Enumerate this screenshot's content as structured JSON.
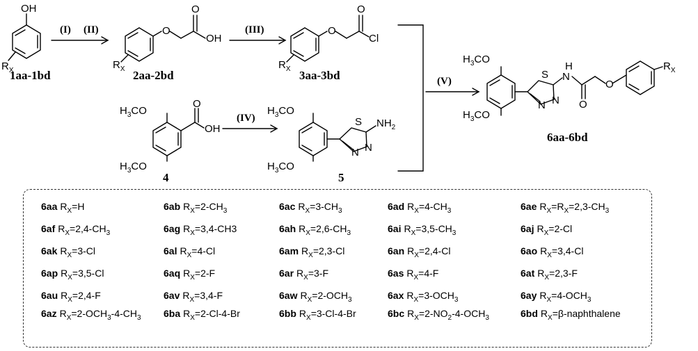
{
  "atoms": {
    "OH": "OH",
    "O": "O",
    "Cl": "Cl",
    "S": "S",
    "N": "N",
    "H": "H",
    "NH2_N": "NH",
    "NH2_sub": "2",
    "OCH3_pre": "H",
    "OCH3_sub": "3",
    "OCH3_post": "CO",
    "Rx_R": "R",
    "Rx_sub": "X"
  },
  "compounds": {
    "c1": "1aa-1bd",
    "c2": "2aa-2bd",
    "c3": "3aa-3bd",
    "c4": "4",
    "c5": "5",
    "c6": "6aa-6bd"
  },
  "steps": {
    "s1": "(I)",
    "s2": "(II)",
    "s3": "(III)",
    "s4": "(IV)",
    "s5": "(V)"
  },
  "legend": [
    {
      "id": "6aa",
      "t": [
        [
          "R"
        ],
        [
          "X",
          "sub"
        ],
        [
          "=H"
        ]
      ]
    },
    {
      "id": "6ab",
      "t": [
        [
          "R"
        ],
        [
          "X",
          "sub"
        ],
        [
          "=2-CH"
        ],
        [
          "3",
          "sub"
        ]
      ]
    },
    {
      "id": "6ac",
      "t": [
        [
          "R"
        ],
        [
          "X",
          "sub"
        ],
        [
          "=3-CH"
        ],
        [
          "3",
          "sub"
        ]
      ]
    },
    {
      "id": "6ad",
      "t": [
        [
          "R"
        ],
        [
          "X",
          "sub"
        ],
        [
          "=4-CH"
        ],
        [
          "3",
          "sub"
        ]
      ]
    },
    {
      "id": "6ae",
      "t": [
        [
          "R"
        ],
        [
          "X",
          "sub"
        ],
        [
          "=R"
        ],
        [
          "X",
          "sub"
        ],
        [
          "=2,3-CH"
        ],
        [
          "3",
          "sub"
        ]
      ]
    },
    {
      "id": "6af",
      "t": [
        [
          "R"
        ],
        [
          "X",
          "sub"
        ],
        [
          "=2,4-CH"
        ],
        [
          "3",
          "sub"
        ]
      ]
    },
    {
      "id": "6ag",
      "t": [
        [
          "R"
        ],
        [
          "X",
          "sub"
        ],
        [
          "=3,4-CH3"
        ]
      ]
    },
    {
      "id": "6ah",
      "t": [
        [
          "R"
        ],
        [
          "X",
          "sub"
        ],
        [
          "=2,6-CH"
        ],
        [
          "3",
          "sub"
        ]
      ]
    },
    {
      "id": "6ai",
      "t": [
        [
          "R"
        ],
        [
          "X",
          "sub"
        ],
        [
          "=3,5-CH"
        ],
        [
          "3",
          "sub"
        ]
      ]
    },
    {
      "id": "6aj",
      "t": [
        [
          "R"
        ],
        [
          "X",
          "sub"
        ],
        [
          "=2-Cl"
        ]
      ]
    },
    {
      "id": "6ak",
      "t": [
        [
          "R"
        ],
        [
          "X",
          "sub"
        ],
        [
          "=3-Cl"
        ]
      ]
    },
    {
      "id": "6al",
      "t": [
        [
          "R"
        ],
        [
          "X",
          "sub"
        ],
        [
          "=4-Cl"
        ]
      ]
    },
    {
      "id": "6am",
      "t": [
        [
          "R"
        ],
        [
          "X",
          "sub"
        ],
        [
          "=2,3-Cl"
        ]
      ]
    },
    {
      "id": "6an",
      "t": [
        [
          "R"
        ],
        [
          "X",
          "sub"
        ],
        [
          "=2,4-Cl"
        ]
      ]
    },
    {
      "id": "6ao",
      "t": [
        [
          "R"
        ],
        [
          "X",
          "sub"
        ],
        [
          "=3,4-Cl"
        ]
      ]
    },
    {
      "id": "6ap",
      "t": [
        [
          "R"
        ],
        [
          "X",
          "sub"
        ],
        [
          "=3,5-Cl"
        ]
      ]
    },
    {
      "id": "6aq",
      "t": [
        [
          "R"
        ],
        [
          "X",
          "sub"
        ],
        [
          "=2-F"
        ]
      ]
    },
    {
      "id": "6ar",
      "t": [
        [
          "R"
        ],
        [
          "X",
          "sub"
        ],
        [
          "=3-F"
        ]
      ]
    },
    {
      "id": "6as",
      "t": [
        [
          "R"
        ],
        [
          "X",
          "sub"
        ],
        [
          "=4-F"
        ]
      ]
    },
    {
      "id": "6at",
      "t": [
        [
          "R"
        ],
        [
          "X",
          "sub"
        ],
        [
          "=2,3-F"
        ]
      ]
    },
    {
      "id": "6au",
      "t": [
        [
          "R"
        ],
        [
          "X",
          "sub"
        ],
        [
          "=2,4-F"
        ]
      ]
    },
    {
      "id": "6av",
      "t": [
        [
          "R"
        ],
        [
          "X",
          "sub"
        ],
        [
          "=3,4-F"
        ]
      ]
    },
    {
      "id": "6aw",
      "t": [
        [
          "R"
        ],
        [
          "X",
          "sub"
        ],
        [
          "=2-OCH"
        ],
        [
          "3",
          "sub"
        ]
      ]
    },
    {
      "id": "6ax",
      "t": [
        [
          "R"
        ],
        [
          "X",
          "sub"
        ],
        [
          "=3-OCH"
        ],
        [
          "3",
          "sub"
        ]
      ]
    },
    {
      "id": "6ay",
      "t": [
        [
          "R"
        ],
        [
          "X",
          "sub"
        ],
        [
          "=4-OCH"
        ],
        [
          "3",
          "sub"
        ]
      ]
    },
    {
      "id": "6az",
      "t": [
        [
          "R"
        ],
        [
          "X",
          "sub"
        ],
        [
          "=2-OCH"
        ],
        [
          "3",
          "sub"
        ],
        [
          "-4-CH"
        ],
        [
          "3",
          "sub"
        ]
      ]
    },
    {
      "id": "6ba",
      "t": [
        [
          "R"
        ],
        [
          "X",
          "sub"
        ],
        [
          "=2-Cl-4-Br"
        ]
      ]
    },
    {
      "id": "6bb",
      "t": [
        [
          "R"
        ],
        [
          "X",
          "sub"
        ],
        [
          "=3-Cl-4-Br"
        ]
      ]
    },
    {
      "id": "6bc",
      "t": [
        [
          "R"
        ],
        [
          "X",
          "sub"
        ],
        [
          "=2-NO"
        ],
        [
          "2",
          "sub"
        ],
        [
          "-4-OCH"
        ],
        [
          "3",
          "sub"
        ]
      ]
    },
    {
      "id": "6bd",
      "t": [
        [
          "R"
        ],
        [
          "X",
          "sub"
        ],
        [
          "=β-naphthalene"
        ]
      ]
    }
  ]
}
